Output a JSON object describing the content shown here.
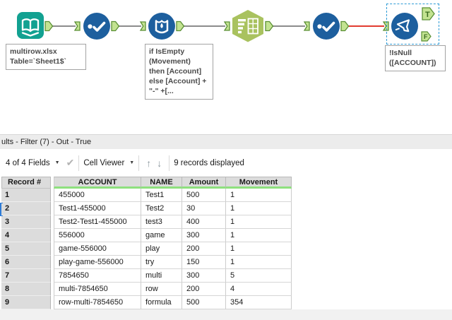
{
  "workflow": {
    "annotations": {
      "input": "multirow.xlsx\nTable=`Sheet1$`",
      "multirow": "if IsEmpty\n(Movement)\nthen [Account]\nelse [Account] +\n\"-\"  +[...",
      "filter": "!IsNull\n([ACCOUNT])"
    },
    "filter_true": "T",
    "filter_false": "F",
    "colors": {
      "tool_blue": "#1d5f9e",
      "tool_teal": "#12a191",
      "hexagon_green": "#a9c25f",
      "anchor_fill": "#c3e391",
      "anchor_border": "#5a8f35",
      "connection_gray": "#8c8c8c",
      "connection_red": "#e23b30",
      "selection_blue": "#2e9bd6"
    }
  },
  "results": {
    "title": "ults - Filter (7) - Out - True",
    "toolbar": {
      "fields": "4 of 4 Fields",
      "cell_viewer": "Cell Viewer",
      "records": "9 records displayed",
      "dropdown_icon": "▼",
      "check_icon": "✔",
      "up_icon": "↑",
      "down_icon": "↓"
    },
    "table": {
      "columns": [
        "Record #",
        "ACCOUNT",
        "NAME",
        "Amount",
        "Movement"
      ],
      "header_underline": "#8ee07e",
      "rows": [
        [
          "1",
          "455000",
          "Test1",
          "500",
          "1"
        ],
        [
          "2",
          "Test1-455000",
          "Test2",
          "30",
          "1"
        ],
        [
          "3",
          "Test2-Test1-455000",
          "test3",
          "400",
          "1"
        ],
        [
          "4",
          "556000",
          "game",
          "300",
          "1"
        ],
        [
          "5",
          "game-556000",
          "play",
          "200",
          "1"
        ],
        [
          "6",
          "play-game-556000",
          "try",
          "150",
          "1"
        ],
        [
          "7",
          "7854650",
          "multi",
          "300",
          "5"
        ],
        [
          "8",
          "multi-7854650",
          "row",
          "200",
          "4"
        ],
        [
          "9",
          "row-multi-7854650",
          "formula",
          "500",
          "354"
        ]
      ]
    }
  }
}
